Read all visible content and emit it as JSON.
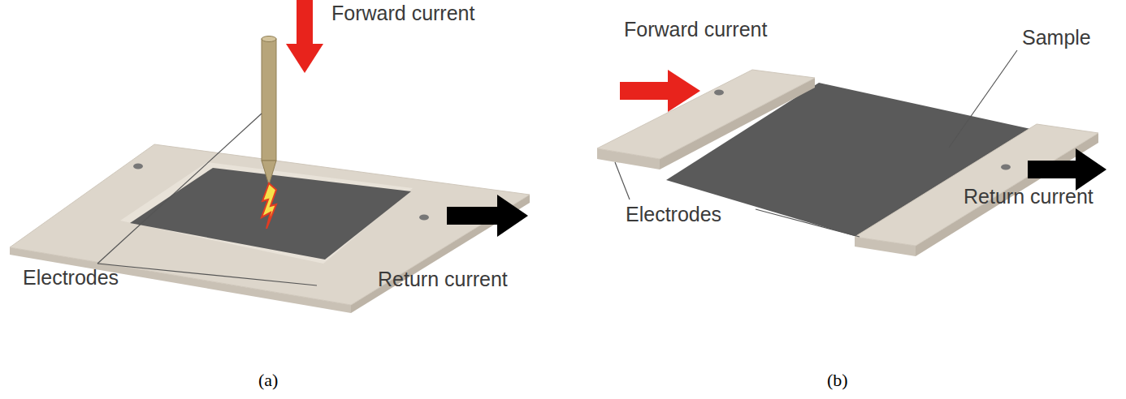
{
  "diagram": {
    "labels": [
      "Forward current",
      "Electrodes",
      "Return current",
      "(a)",
      "Forward current",
      "Sample",
      "Electrodes",
      "Return current",
      "(b)"
    ]
  }
}
